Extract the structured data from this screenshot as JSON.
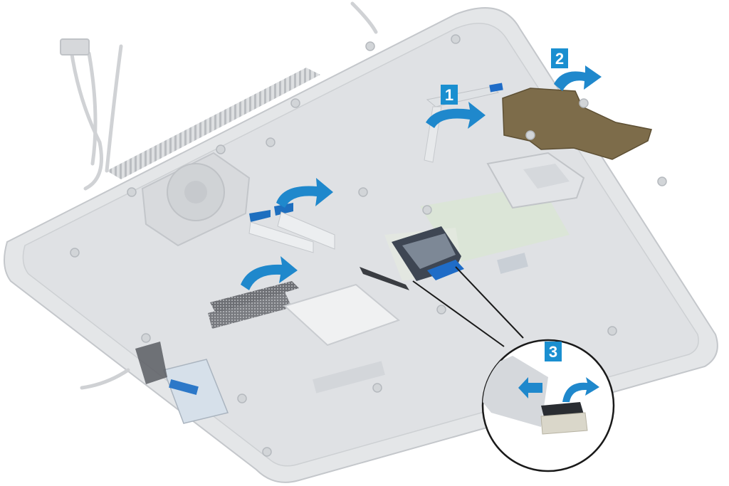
{
  "steps": {
    "step1": "1",
    "step2": "2",
    "step3": "3"
  },
  "colors": {
    "badge": "#1a8fd0",
    "arrow": "#1f88cc",
    "chassis": "#e6e8ea",
    "chassis_edge": "#c9ccd0",
    "shield": "#7a6a48"
  },
  "icons": [
    "curved-arrow-icon",
    "curved-arrow-icon",
    "curved-arrow-icon",
    "curved-arrow-icon",
    "arrow-left-icon",
    "curved-arrow-icon"
  ]
}
